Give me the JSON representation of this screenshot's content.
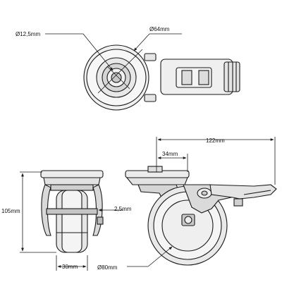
{
  "dimensions": {
    "bore_diameter": "Ø12,5mm",
    "plate_diameter": "Ø64mm",
    "overall_length": "122mm",
    "offset": "34mm",
    "height": "105mm",
    "axle_clearance": "2,5mm",
    "wheel_width": "30mm",
    "wheel_diameter": "Ø80mm"
  },
  "colors": {
    "line": "#1a1a1a",
    "fill_light": "#e9e9e9",
    "fill_mid": "#cfcfcf",
    "fill_dark": "#9a9a9a"
  }
}
